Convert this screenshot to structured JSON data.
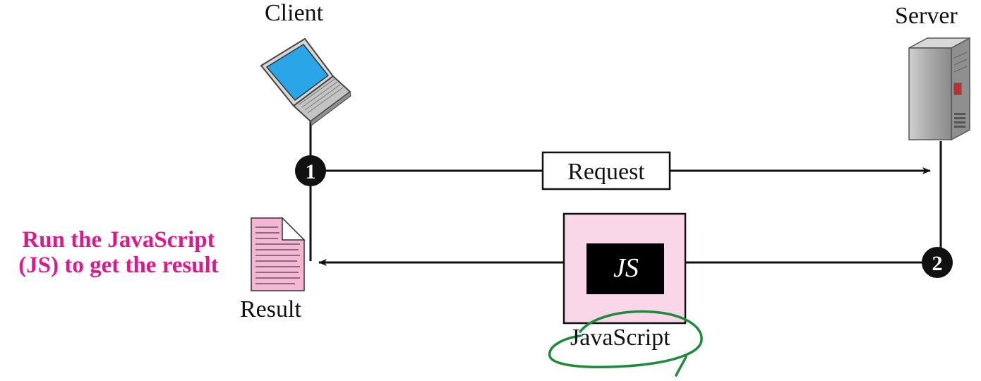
{
  "client": {
    "title": "Client"
  },
  "server": {
    "title": "Server"
  },
  "steps": {
    "step1": "1",
    "step2": "2"
  },
  "request": {
    "label": "Request"
  },
  "response": {
    "js_badge": "JS",
    "label": "JavaScript"
  },
  "result": {
    "label": "Result"
  },
  "caption": {
    "line1": "Run the JavaScript",
    "line2": "(JS) to get the result"
  },
  "colors": {
    "caption_text": "#e0178a",
    "js_box_fill": "#f9d7e8",
    "result_doc_fill": "#f5b6d4",
    "highlight_circle": "#1e8a3c",
    "screen_blue": "#2aa6e8",
    "line": "#111111"
  },
  "icons": {
    "client": "laptop-icon",
    "server": "server-tower-icon",
    "result": "document-icon"
  }
}
